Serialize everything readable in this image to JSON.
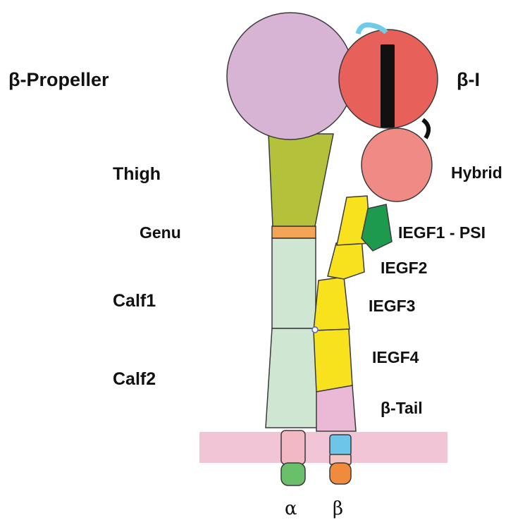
{
  "labels": {
    "beta_propeller": "β-Propeller",
    "beta_i": "β-I",
    "thigh": "Thigh",
    "hybrid": "Hybrid",
    "genu": "Genu",
    "iegf1_psi": "IEGF1 - PSI",
    "iegf2": "IEGF2",
    "calf1": "Calf1",
    "iegf3": "IEGF3",
    "iegf4": "IEGF4",
    "calf2": "Calf2",
    "beta_tail": "β-Tail",
    "alpha": "α",
    "beta": "β"
  },
  "colors": {
    "propeller": "#d8b4d4",
    "beta_i": "#e8605a",
    "thigh": "#b3c23a",
    "genu": "#f3a455",
    "calf": "#cfe6d2",
    "hybrid": "#ef8a84",
    "iegf": "#f7e21d",
    "psi": "#1d9a4e",
    "beta_tail": "#eab9d6",
    "membrane": "#f2c5d6",
    "alpha_tm": "#f2b9c4",
    "alpha_cyto": "#6abf6a",
    "beta_tm": "#6dc6ea",
    "beta_cyto": "#f08a3c",
    "mida": "#6fcbe8",
    "helix": "#111111"
  }
}
